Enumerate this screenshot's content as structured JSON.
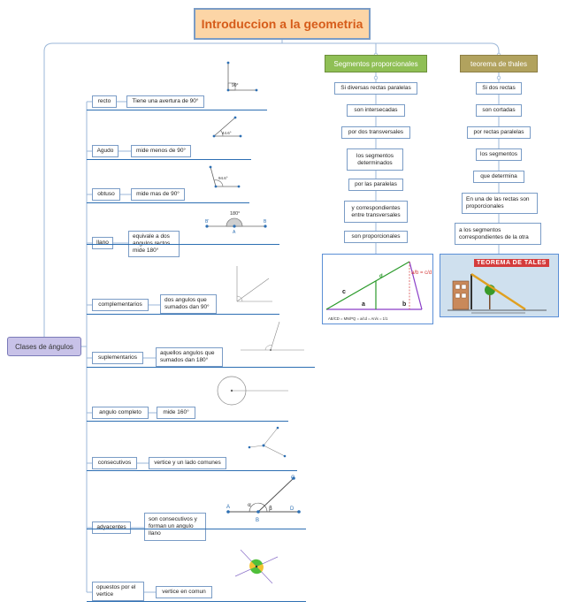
{
  "title": "Introduccion a la geometria",
  "root": "Clases de ángulos",
  "angles": [
    {
      "name": "recto",
      "desc": "Tiene una avertura de 90°"
    },
    {
      "name": "Agudo",
      "desc": "mide menos de 90°"
    },
    {
      "name": "obtuso",
      "desc": "mide mas de 90°"
    },
    {
      "name": "llano",
      "desc": "equivale a dos angulos rectos. mide 180°"
    },
    {
      "name": "complementarios",
      "desc": "dos angulos que sumados dan 90°"
    },
    {
      "name": "suplementarios",
      "desc": "aquellos angulos que sumados dan 180°"
    },
    {
      "name": "angulo completo",
      "desc": "mide 160°"
    },
    {
      "name": "consecutivos",
      "desc": "vertice y un lado comunes"
    },
    {
      "name": "adyacentes",
      "desc": "son consecutivos y forman un angulo llano"
    },
    {
      "name": "opuestos por el vertice",
      "desc": "vertice en comun"
    }
  ],
  "segmentos": {
    "title": "Segmentos proporcionales",
    "steps": [
      "Si diversas rectas paralelas",
      "son intersecadas",
      "por dos transversales",
      "los segmentos determinados",
      "por las paralelas",
      "y correspondientes entre transversales",
      "son proporcionales"
    ],
    "figure": {
      "labels": [
        "a",
        "b",
        "c",
        "d"
      ],
      "formula_top": "a/b = c/d",
      "formula_bottom": "AB/CD = MN/PQ = a/cd = An/x = 1/1"
    }
  },
  "thales": {
    "title": "teorema de thales",
    "steps": [
      "Si dos rectas",
      "son cortadas",
      "por rectas paralelas",
      "los segmentos",
      "que determina",
      "En una de las rectas son proporcionales",
      "a los segmentos correspondientes de la otra"
    ],
    "figure": {
      "banner": "TEOREMA DE TALES"
    }
  },
  "figure_labels": {
    "recto_angle": "90°",
    "agudo_angle": "44.6°",
    "obtuso_angle": "94.6°",
    "llano_angle": "180°",
    "llano_left": "B'",
    "llano_right": "B",
    "llano_vertex": "A",
    "ady_a": "A",
    "ady_b": "B",
    "ady_c": "C",
    "ady_d": "D",
    "ady_alpha": "α",
    "ady_beta": "β"
  },
  "colors": {
    "title_fill": "#fcd5a6",
    "title_text": "#d65c1a",
    "root_fill": "#c8c2e8",
    "segmentos_fill": "#8fbf55",
    "thales_fill": "#b1a25e",
    "connector": "#9bb7d8",
    "underline": "#2d6fb3"
  }
}
